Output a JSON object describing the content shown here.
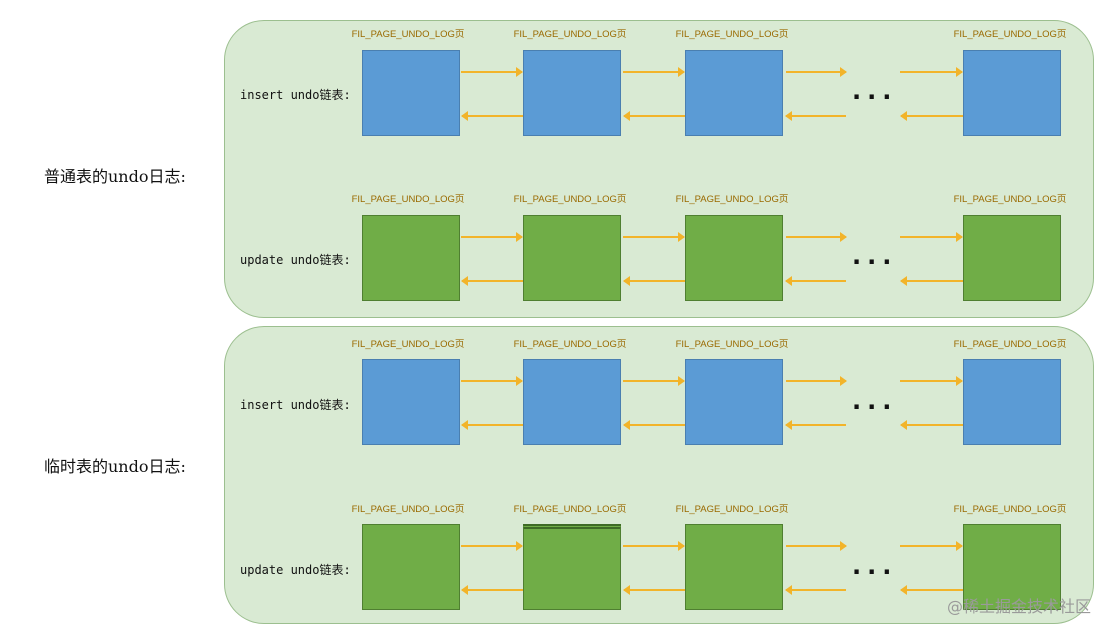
{
  "groups": [
    {
      "label": "普通表的undo日志:",
      "rows": [
        {
          "label": "insert undo链表:",
          "color": "blue",
          "page_labels": [
            "FIL_PAGE_UNDO_LOG页",
            "FIL_PAGE_UNDO_LOG页",
            "FIL_PAGE_UNDO_LOG页",
            "FIL_PAGE_UNDO_LOG页"
          ],
          "ellipsis": "..."
        },
        {
          "label": "update undo链表:",
          "color": "green",
          "page_labels": [
            "FIL_PAGE_UNDO_LOG页",
            "FIL_PAGE_UNDO_LOG页",
            "FIL_PAGE_UNDO_LOG页",
            "FIL_PAGE_UNDO_LOG页"
          ],
          "ellipsis": "..."
        }
      ]
    },
    {
      "label": "临时表的undo日志:",
      "rows": [
        {
          "label": "insert undo链表:",
          "color": "blue",
          "page_labels": [
            "FIL_PAGE_UNDO_LOG页",
            "FIL_PAGE_UNDO_LOG页",
            "FIL_PAGE_UNDO_LOG页",
            "FIL_PAGE_UNDO_LOG页"
          ],
          "ellipsis": "..."
        },
        {
          "label": "update undo链表:",
          "color": "green",
          "page_labels": [
            "FIL_PAGE_UNDO_LOG页",
            "FIL_PAGE_UNDO_LOG页",
            "FIL_PAGE_UNDO_LOG页",
            "FIL_PAGE_UNDO_LOG页"
          ],
          "ellipsis": "..."
        }
      ]
    }
  ],
  "colors": {
    "blue": "#5b9bd5",
    "green": "#70ad47",
    "arrow": "#f2b42a",
    "panel": "#d9ead3"
  },
  "watermark": "@稀土掘金技术社区"
}
